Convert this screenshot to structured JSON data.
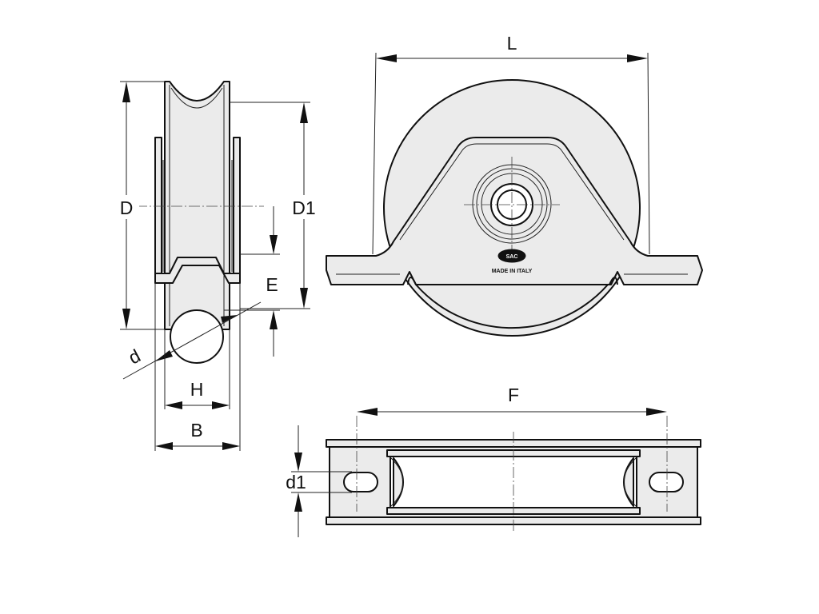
{
  "diagram": {
    "side_view": {
      "labels": {
        "D": "D",
        "D1": "D1",
        "E": "E",
        "d": "d",
        "H": "H",
        "B": "B"
      }
    },
    "front_view": {
      "labels": {
        "L": "L"
      },
      "logo_text": "SAC",
      "made_in": "MADE IN ITALY"
    },
    "top_view": {
      "labels": {
        "F": "F",
        "d1": "d1"
      }
    },
    "colors": {
      "line": "#111111",
      "fill": "#ebebeb"
    }
  }
}
